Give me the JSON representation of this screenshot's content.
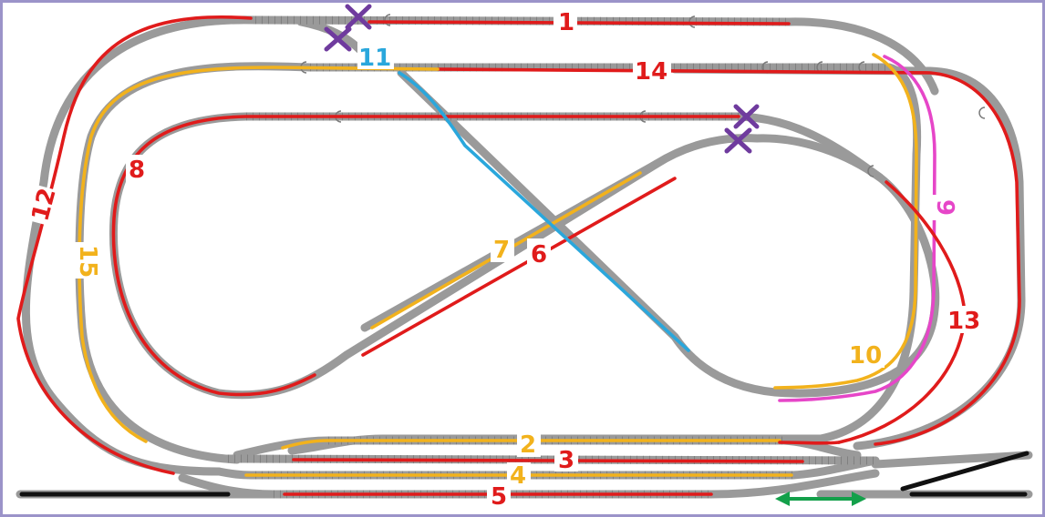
{
  "colors": {
    "red": "#e01b1b",
    "yellow": "#f2b21c",
    "blue": "#2aa7dc",
    "pink": "#e646c8",
    "purple": "#6f3b9e",
    "green": "#13a04a",
    "track": "#9a9a9a",
    "frame": "#9b93c9"
  },
  "sections": [
    {
      "id": "s1",
      "label": "1",
      "color": "red"
    },
    {
      "id": "s2",
      "label": "2",
      "color": "yellow"
    },
    {
      "id": "s3",
      "label": "3",
      "color": "red"
    },
    {
      "id": "s4",
      "label": "4",
      "color": "yellow"
    },
    {
      "id": "s5",
      "label": "5",
      "color": "red"
    },
    {
      "id": "s6",
      "label": "6",
      "color": "red"
    },
    {
      "id": "s7",
      "label": "7",
      "color": "yellow"
    },
    {
      "id": "s8",
      "label": "8",
      "color": "red"
    },
    {
      "id": "s9",
      "label": "9",
      "color": "pink"
    },
    {
      "id": "s10",
      "label": "10",
      "color": "yellow"
    },
    {
      "id": "s11",
      "label": "11",
      "color": "blue"
    },
    {
      "id": "s12",
      "label": "12",
      "color": "red"
    },
    {
      "id": "s13",
      "label": "13",
      "color": "red"
    },
    {
      "id": "s14",
      "label": "14",
      "color": "red"
    },
    {
      "id": "s15",
      "label": "15",
      "color": "yellow"
    }
  ],
  "markers": {
    "closed_turnout_icon": "x-mark-icon",
    "bidirectional_icon": "double-arrow-icon"
  }
}
